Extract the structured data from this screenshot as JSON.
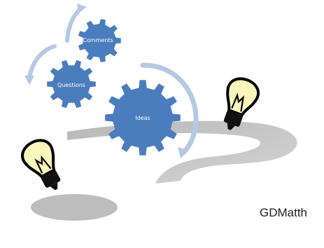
{
  "gears": {
    "comments": "Comments",
    "questions": "Questions",
    "ideas": "Ideas"
  },
  "brand": "GDMatth",
  "colors": {
    "gear": "#4a7dbd",
    "arrow": "#b5c9e3",
    "question_mark": "#c6c6c6",
    "bulb_glass": "#fbf6bc",
    "bulb_outline": "#000000"
  },
  "icons": [
    "question-mark-shape",
    "lightbulb-icon",
    "gear-icon",
    "cycle-arrow-icon"
  ]
}
